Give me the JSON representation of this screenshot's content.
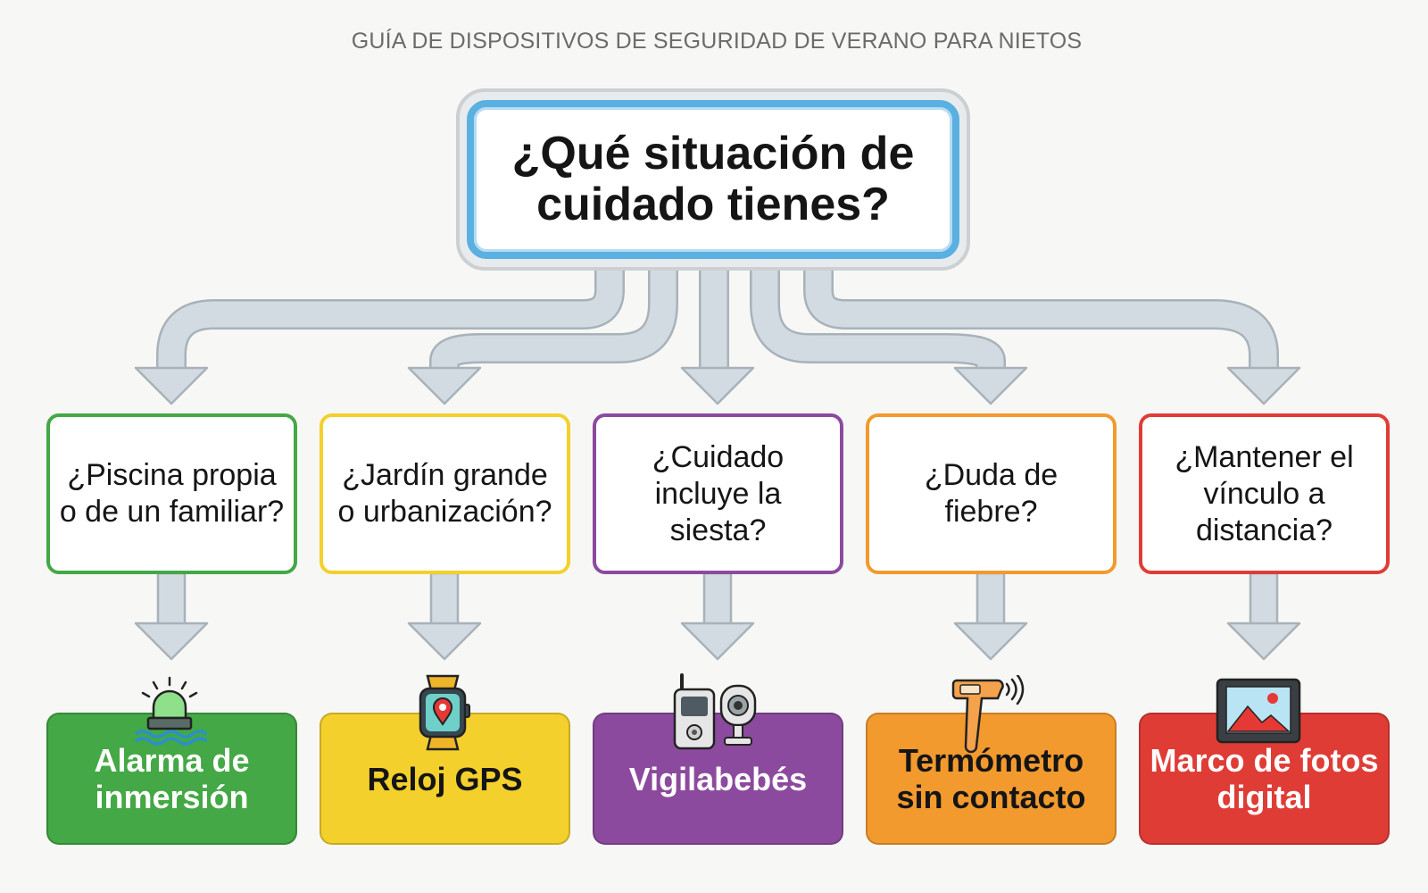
{
  "page": {
    "title": "GUÍA DE DISPOSITIVOS DE SEGURIDAD DE VERANO PARA NIETOS"
  },
  "root": {
    "question": "¿Qué situación de cuidado tienes?",
    "color": "#5ab0e0"
  },
  "branches": [
    {
      "question": "¿Piscina propia o de un familiar?",
      "answer": "Alarma de inmersión",
      "color": "#43a845",
      "answer_text_color": "#ffffff",
      "icon": "immersion-alarm-icon"
    },
    {
      "question": "¿Jardín grande o urbanización?",
      "answer": "Reloj GPS",
      "color": "#f3d02c",
      "answer_text_color": "#151515",
      "icon": "gps-watch-icon"
    },
    {
      "question": "¿Cuidado incluye la siesta?",
      "answer": "Vigilabebés",
      "color": "#8c4a9e",
      "answer_text_color": "#ffffff",
      "icon": "baby-monitor-icon"
    },
    {
      "question": "¿Duda de fiebre?",
      "answer": "Termómetro sin contacto",
      "color": "#f29a2e",
      "answer_text_color": "#151515",
      "icon": "thermometer-icon"
    },
    {
      "question": "¿Mantener el vínculo a distancia?",
      "answer": "Marco de fotos digital",
      "color": "#e03c36",
      "answer_text_color": "#ffffff",
      "icon": "photo-frame-icon"
    }
  ],
  "connector_color": "#d2dbe1",
  "connector_outline": "#a8b2ba"
}
